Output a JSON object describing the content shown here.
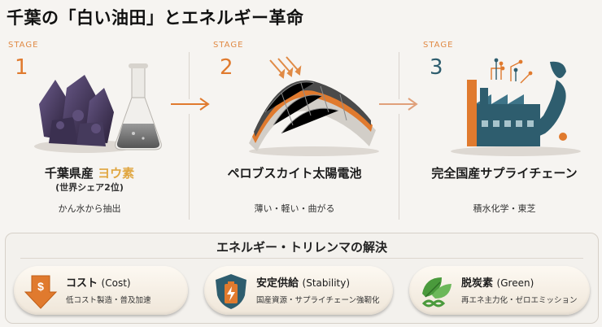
{
  "title": "千葉の「白い油田」とエネルギー革命",
  "colors": {
    "orange": "#e07a2e",
    "blue": "#2e5d6e",
    "accent_gold": "#e0a640",
    "green": "#4a9a3c"
  },
  "stages": [
    {
      "label": "STAGE",
      "number": "1",
      "title_main": "千葉県産",
      "title_accent": "ヨウ素",
      "subtitle": "(世界シェア2位)",
      "description": "かん水から抽出",
      "icon": "iodine-crystal-and-flask-icon"
    },
    {
      "label": "STAGE",
      "number": "2",
      "title_main": "ペロブスカイト太陽電池",
      "description": "薄い・軽い・曲がる",
      "icon": "flexible-solar-cell-icon"
    },
    {
      "label": "STAGE",
      "number": "3",
      "title_main": "完全国産サプライチェーン",
      "description": "積水化学・東芝",
      "icon": "factory-japan-map-icon"
    }
  ],
  "trilemma": {
    "title": "エネルギー・トリレンマの解決",
    "items": [
      {
        "head": "コスト",
        "head_en": "(Cost)",
        "desc": "低コスト製造・普及加速",
        "icon": "cost-down-arrow-icon"
      },
      {
        "head": "安定供給",
        "head_en": "(Stability)",
        "desc": "国産資源・サプライチェーン強靭化",
        "icon": "shield-battery-icon"
      },
      {
        "head": "脱炭素",
        "head_en": "(Green)",
        "desc": "再エネ主力化・ゼロエミッション",
        "icon": "leaf-recycle-icon"
      }
    ]
  }
}
